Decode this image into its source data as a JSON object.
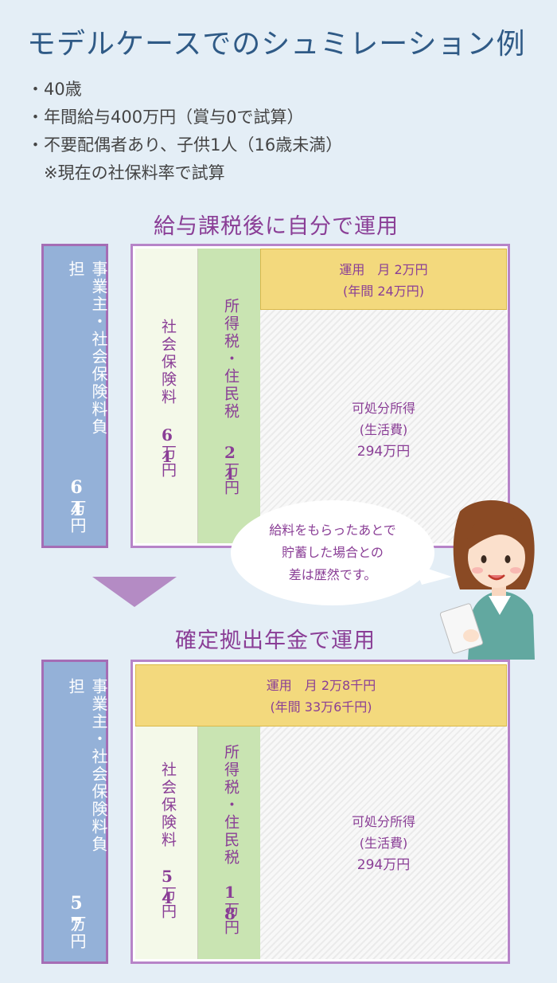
{
  "title": "モデルケースでのシュミレーション例",
  "conditions": [
    "・40歳",
    "・年間給与400万円（賞与0で試算）",
    "・不要配偶者あり、子供1人（16歳未満）",
    "　※現在の社保料率で試算"
  ],
  "section1": {
    "title": "給与課税後に自分で運用",
    "employer_label": "事業主・社会保険料負担",
    "employer_value": "64",
    "employer_unit": "万円",
    "insurance_label": "社会保険料",
    "insurance_value": "61",
    "insurance_unit": "万円",
    "tax_label": "所得税・住民税",
    "tax_value": "21",
    "tax_unit": "万円",
    "invest_line1": "運用　月 2万円",
    "invest_line2": "(年間 24万円)",
    "disposable_line1": "可処分所得",
    "disposable_line2": "(生活費)",
    "disposable_line3": "294万円"
  },
  "section2": {
    "title": "確定拠出年金で運用",
    "employer_label": "事業主・社会保険料負担",
    "employer_value": "57",
    "employer_unit": "万円",
    "insurance_label": "社会保険料",
    "insurance_value": "54",
    "insurance_unit": "万円",
    "tax_label": "所得税・住民税",
    "tax_value": "18",
    "tax_unit": "万円",
    "invest_line1": "運用　月 2万8千円",
    "invest_line2": "(年間 33万6千円)",
    "disposable_line1": "可処分所得",
    "disposable_line2": "(生活費)",
    "disposable_line3": "294万円"
  },
  "bubble": {
    "line1": "給料をもらったあとで",
    "line2": "貯蓄した場合との",
    "line3": "差は歴然です。"
  },
  "colors": {
    "title": "#2f5a86",
    "section_title": "#8a3e96",
    "employer": "#94b1d8",
    "insurance": "#f4f9e9",
    "tax": "#c9e4b2",
    "invest": "#f3d97d",
    "frame": "#b784c8",
    "arrow": "#b48bc4"
  },
  "icons": [
    "down-arrow-icon",
    "woman-illustration"
  ]
}
